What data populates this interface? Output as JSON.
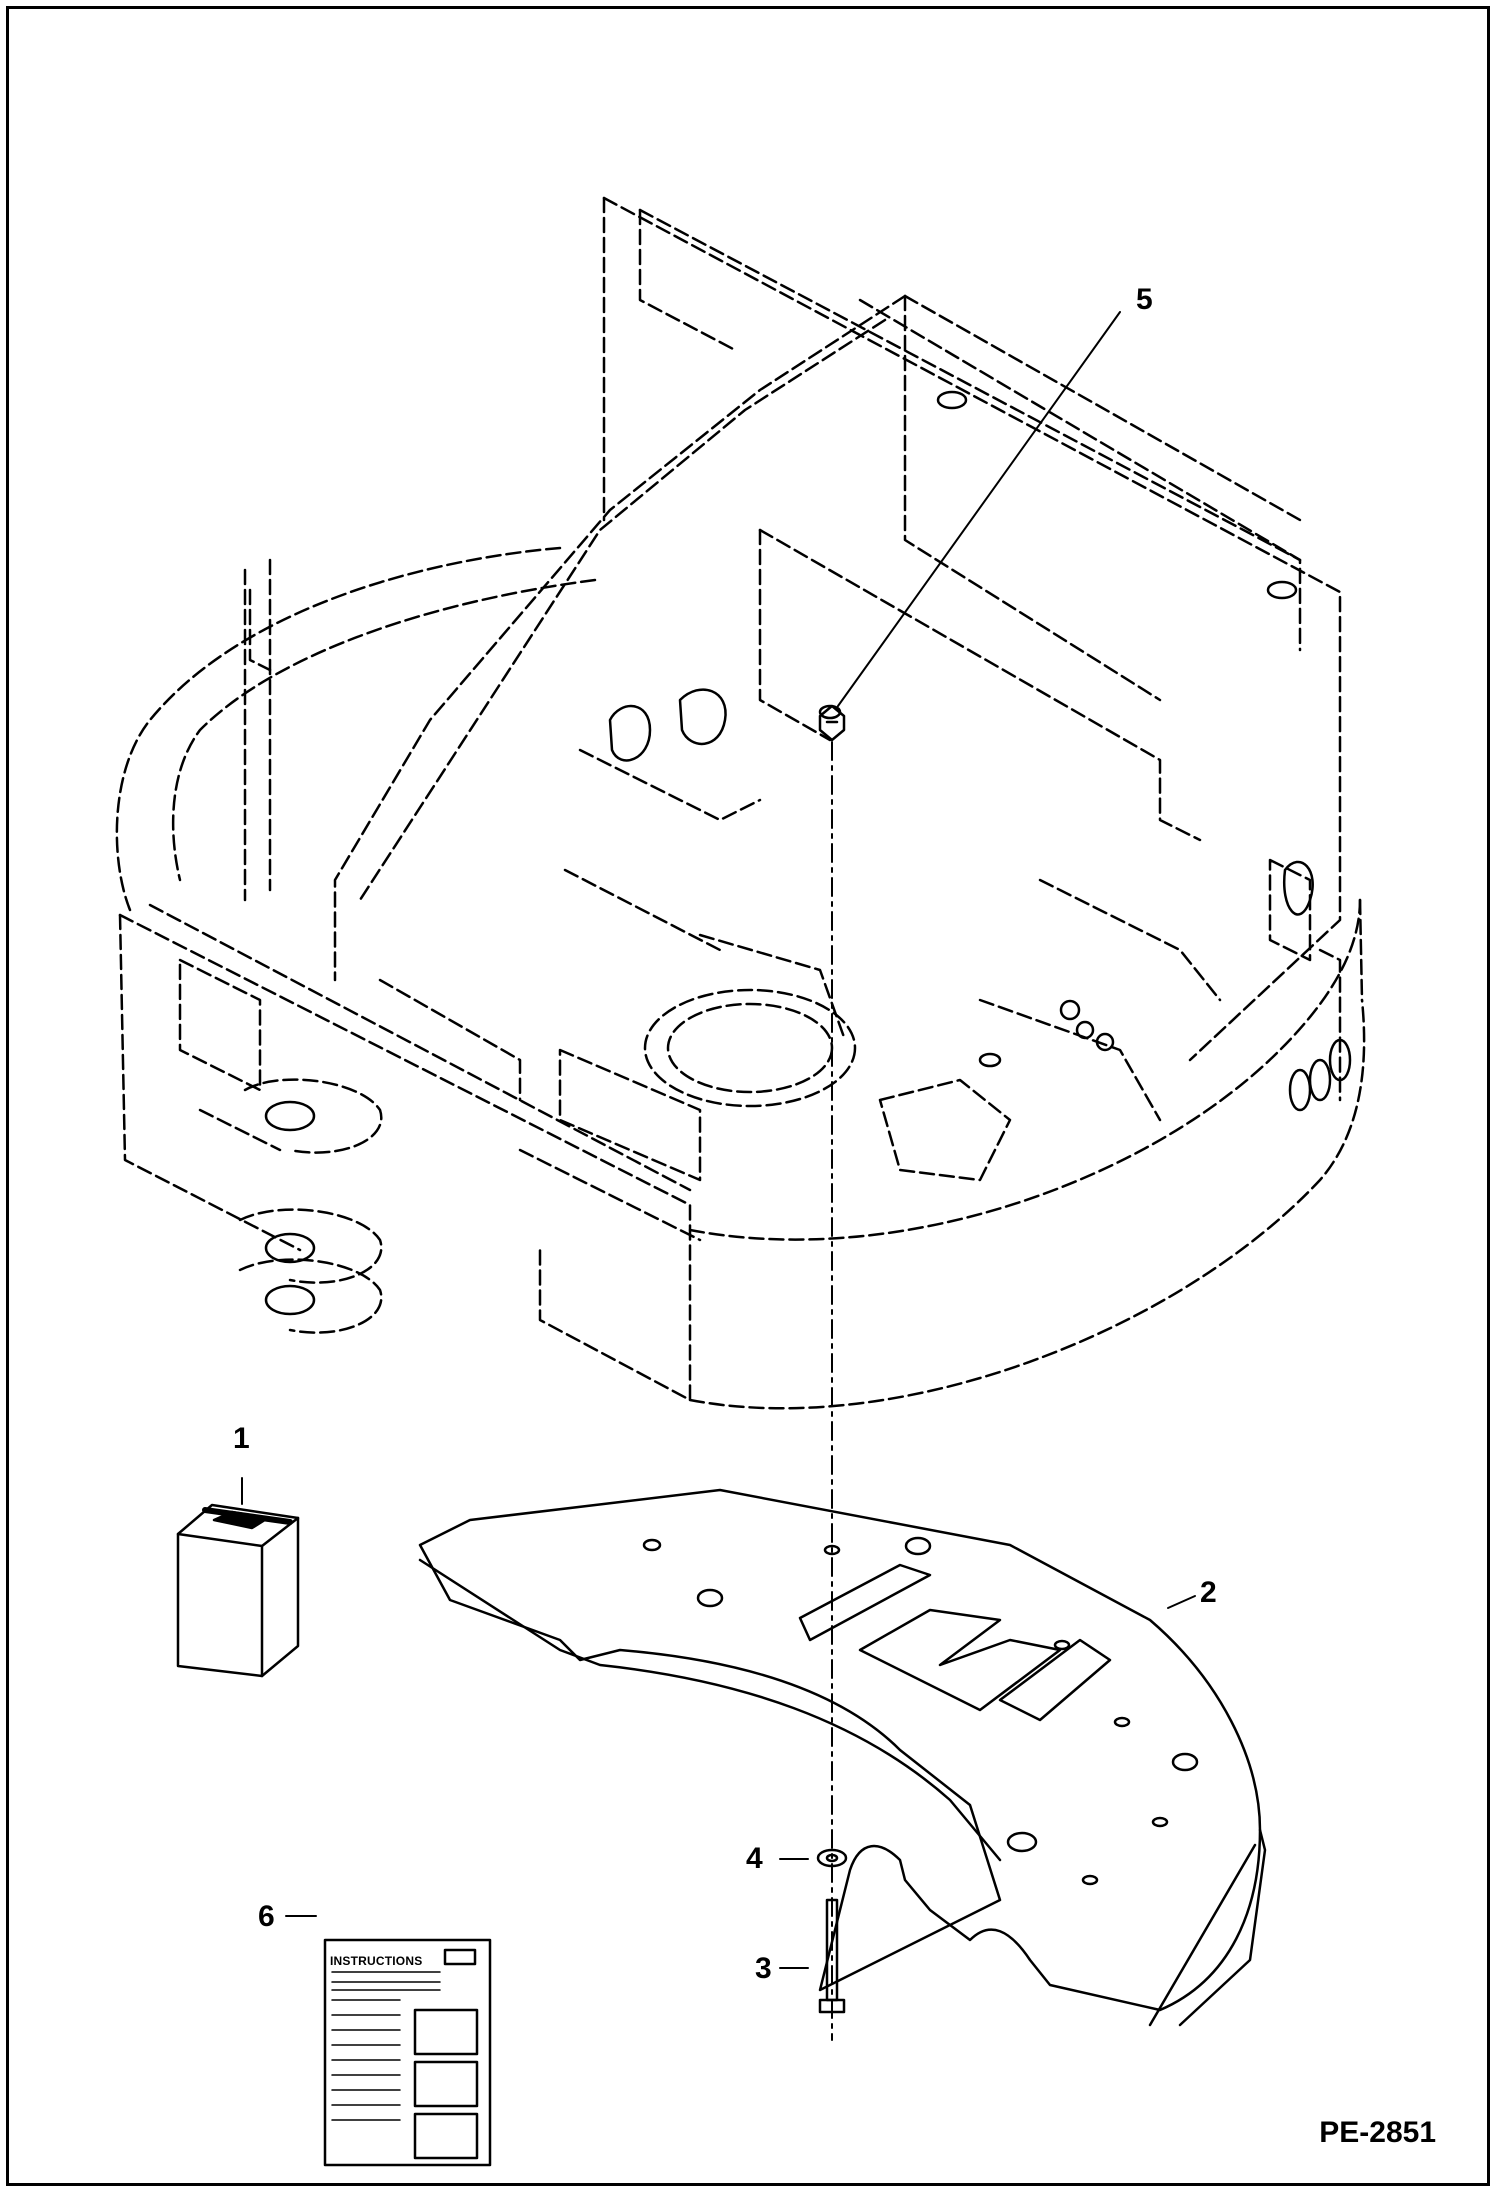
{
  "figure_id": "PE-2851",
  "callouts": {
    "c1": "1",
    "c2": "2",
    "c3": "3",
    "c4": "4",
    "c5": "5",
    "c6": "6"
  },
  "instructions_sheet": {
    "title": "INSTRUCTIONS"
  },
  "colors": {
    "line": "#000000",
    "background": "#ffffff"
  }
}
